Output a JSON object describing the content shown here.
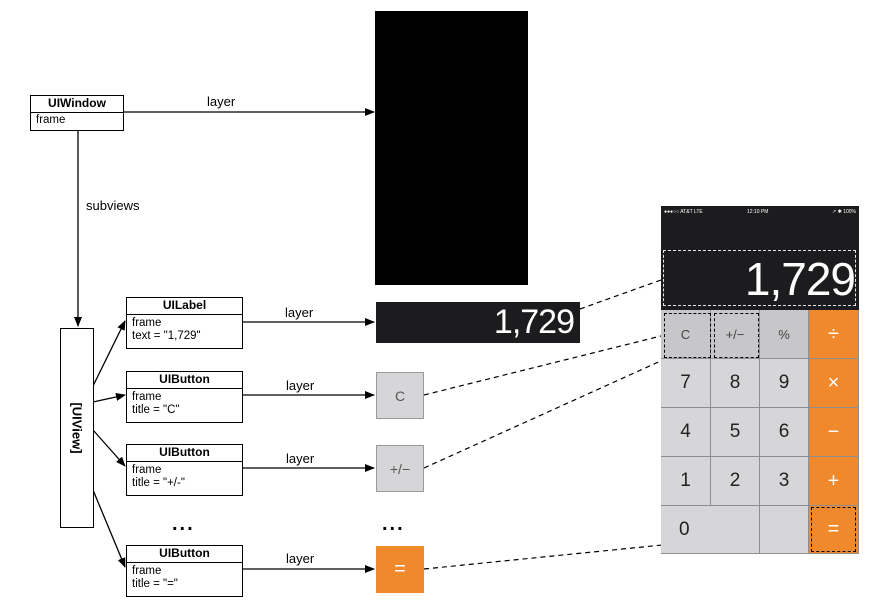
{
  "uiwindow": {
    "title": "UIWindow",
    "attr": "frame"
  },
  "edges": {
    "layer": "layer",
    "subviews": "subviews"
  },
  "uiview": {
    "label": "[UIView]"
  },
  "label_class": {
    "title": "UILabel",
    "attr1": "frame",
    "attr2": "text = \"1,729\""
  },
  "button_c": {
    "title": "UIButton",
    "attr1": "frame",
    "attr2": "title = \"C\""
  },
  "button_pm": {
    "title": "UIButton",
    "attr1": "frame",
    "attr2": "title = \"+/-\""
  },
  "button_eq": {
    "title": "UIButton",
    "attr1": "frame",
    "attr2": "title = \"=\""
  },
  "ellipsis": "...",
  "layers": {
    "display": "1,729",
    "c": "C",
    "pm": "+/−",
    "eq": "="
  },
  "calculator": {
    "status": {
      "carrier": "●●●○○ AT&T  LTE",
      "time": "12:10 PM",
      "right": "↗ ✱ 100%"
    },
    "display": "1,729",
    "keys": [
      [
        "C",
        "+/−",
        "%",
        "÷"
      ],
      [
        "7",
        "8",
        "9",
        "×"
      ],
      [
        "4",
        "5",
        "6",
        "−"
      ],
      [
        "1",
        "2",
        "3",
        "+"
      ],
      [
        "0",
        "",
        "",
        "="
      ]
    ]
  },
  "colors": {
    "orange": "#f0882c",
    "key_gray": "#d6d6d8",
    "dark": "#1c1c1e"
  }
}
